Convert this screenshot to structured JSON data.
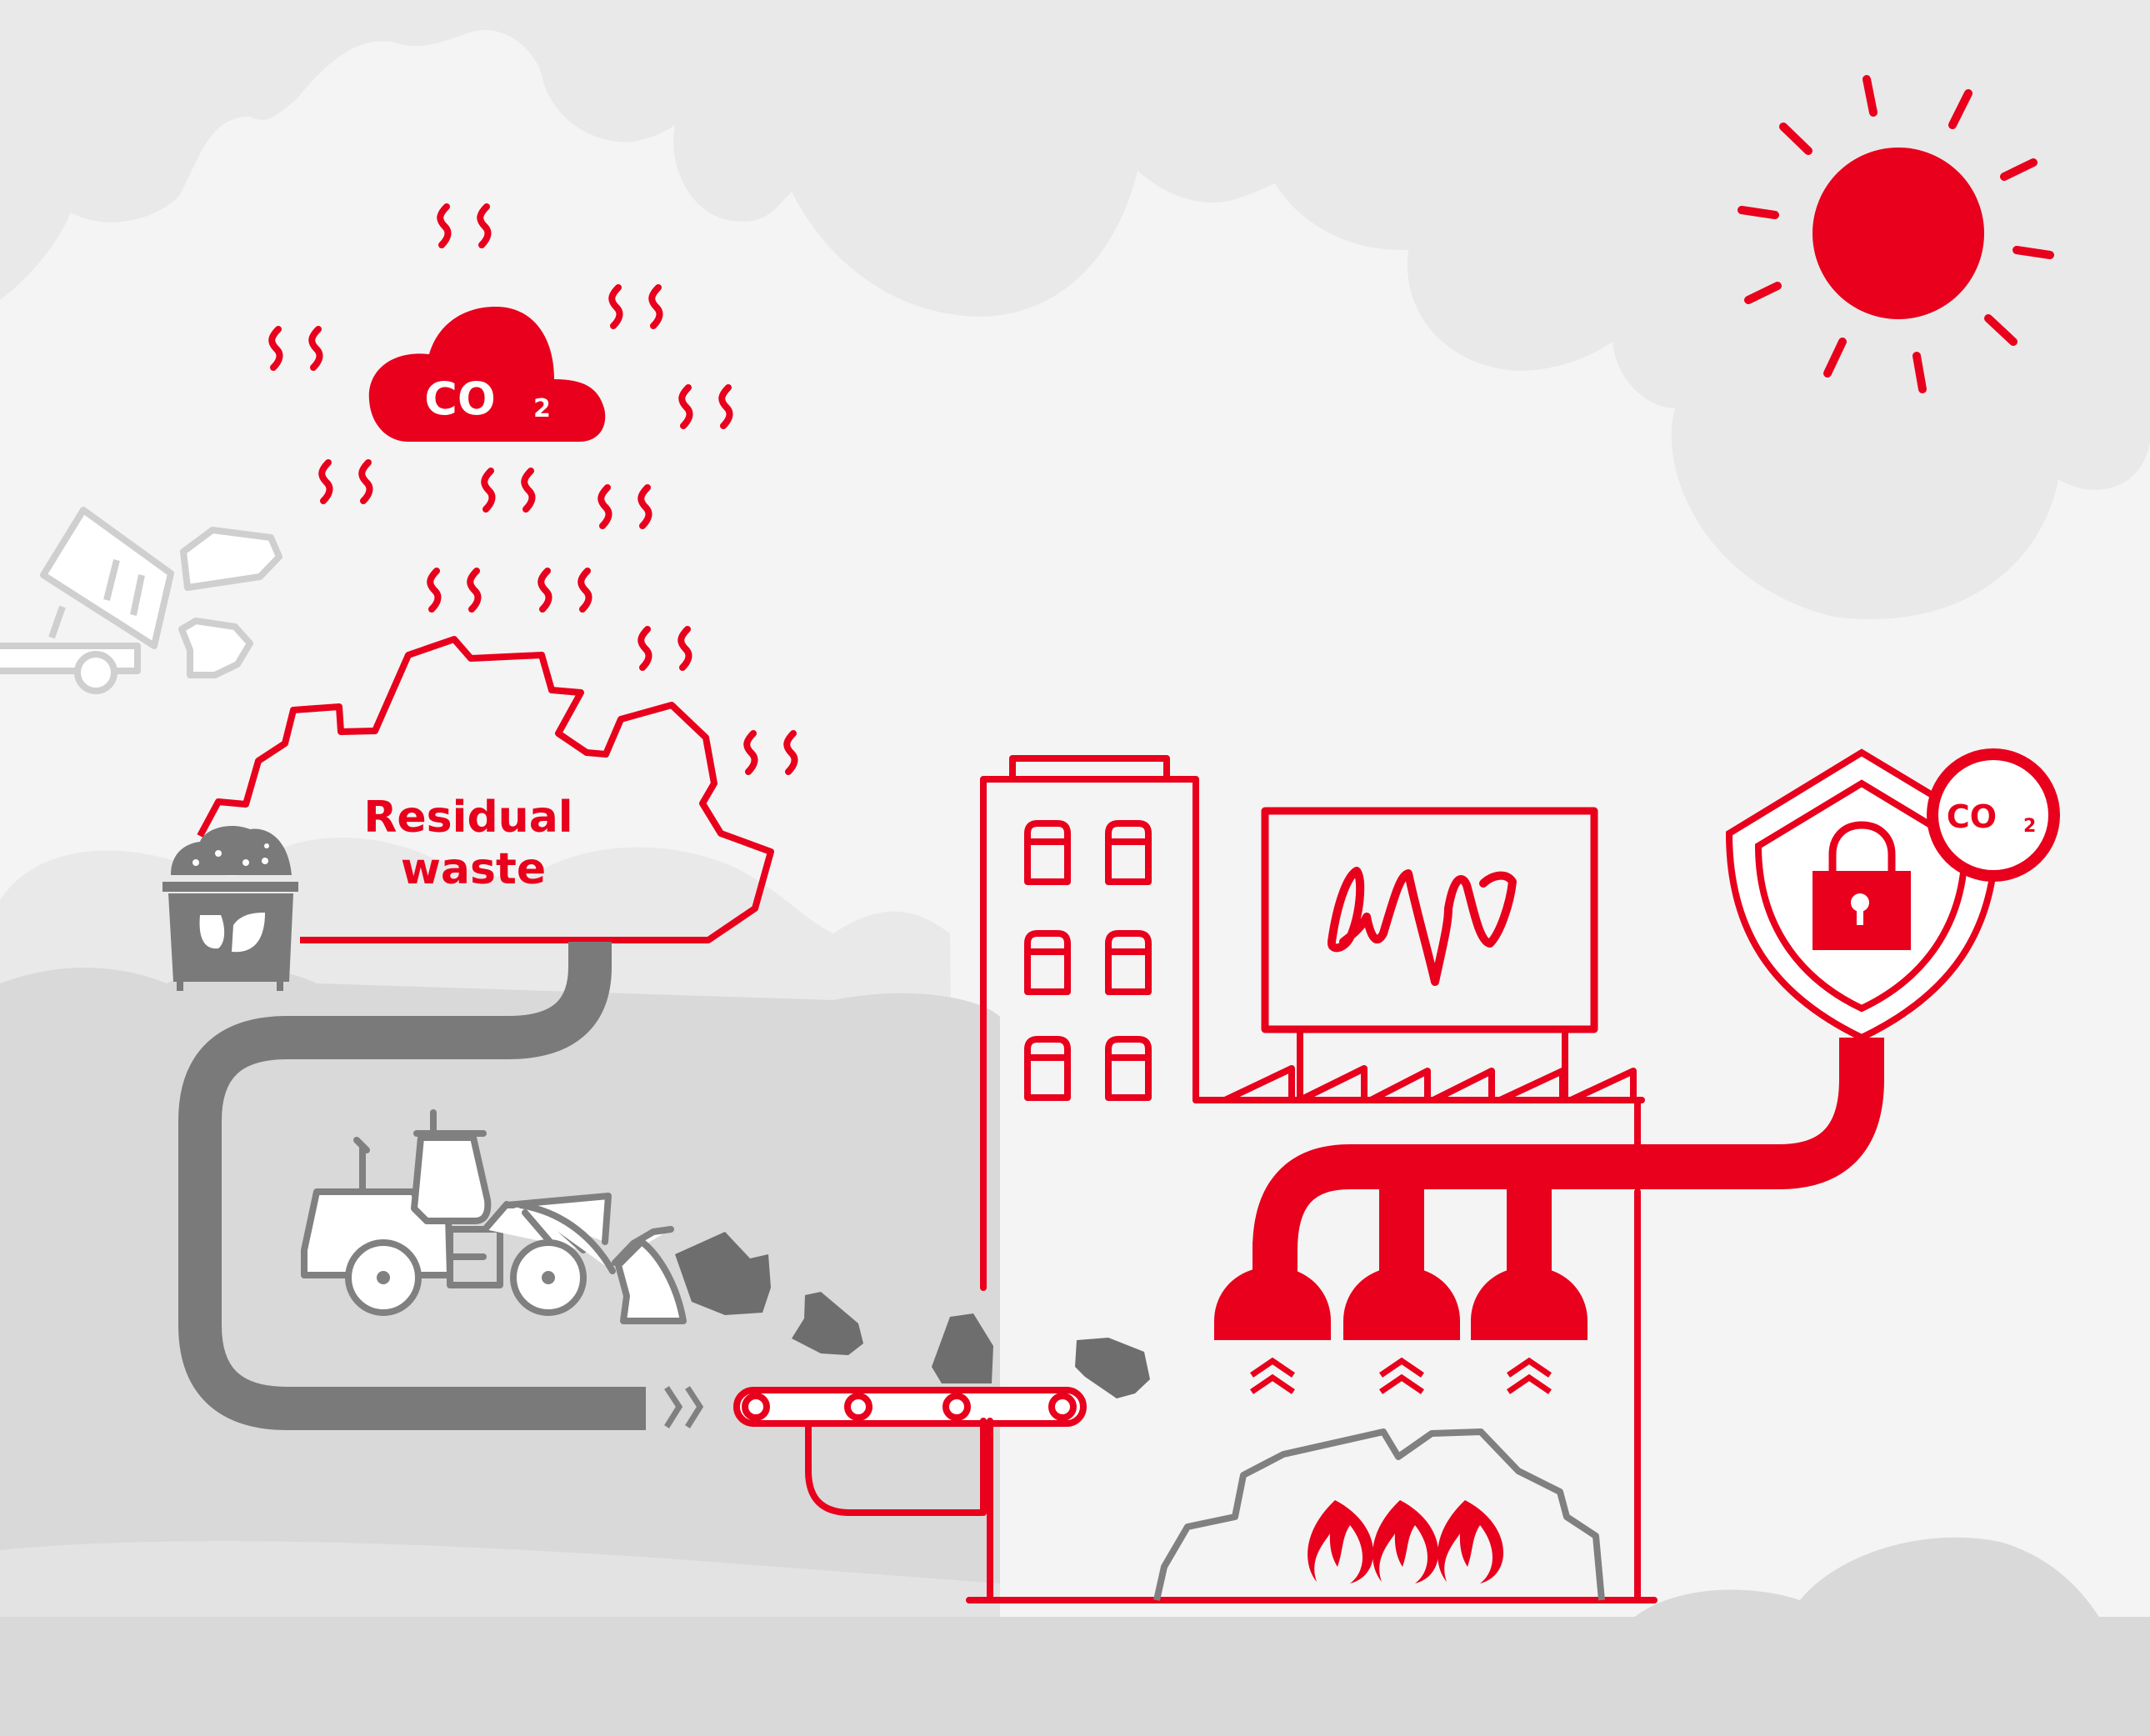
{
  "colors": {
    "accent": "#e8001c",
    "waste_gray": "#7a7a7a",
    "rock_gray": "#6e6e6e",
    "machine_outline": "#808080",
    "light_outline": "#cfcfcf",
    "sky_light": "#f4f4f4",
    "cloud_mid": "#e9e9e9",
    "ground_gray": "#d9d9d9",
    "white": "#ffffff"
  },
  "labels": {
    "residual_waste_line1": "Residual",
    "residual_waste_line2": "waste",
    "emission_cloud": "CO",
    "emission_cloud_sub": "2",
    "captured_badge": "CO",
    "captured_badge_sub": "2"
  },
  "icons": {
    "sun": "sun-icon",
    "emission_cloud": "co2-cloud-icon",
    "heat_wave": "heat-wave-icon",
    "dump_truck": "dump-truck-icon",
    "waste_bin": "waste-bin-icon",
    "wheel_loader": "wheel-loader-icon",
    "conveyor": "conveyor-belt-icon",
    "plant_building": "plant-building-icon",
    "power_monitor": "power-signal-icon",
    "capture_shield": "shield-lock-icon",
    "flames": "flame-icon",
    "rising_heat": "chevron-up-icon"
  }
}
